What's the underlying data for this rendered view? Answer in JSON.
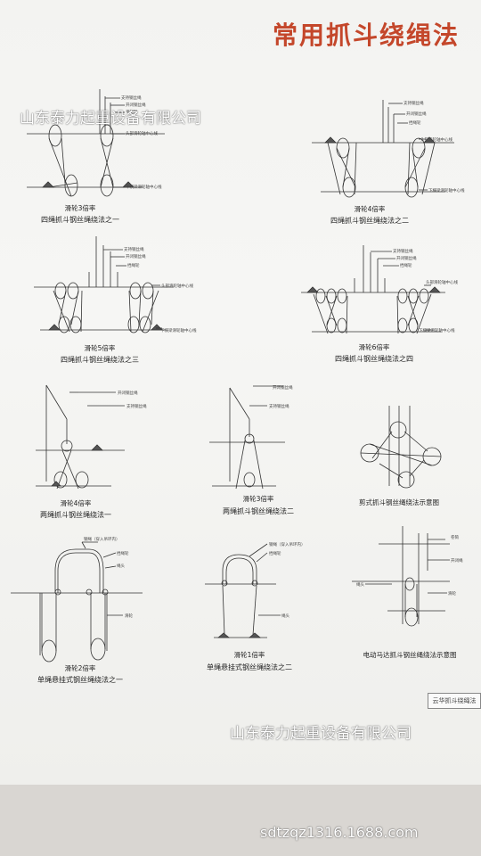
{
  "title": "常用抓斗绕绳法",
  "watermarks": {
    "top": "山东泰力起重设备有限公司",
    "middle": "山东泰力起重设备有限公司",
    "bottom": "sdtzqz1316.1688.com"
  },
  "tab_label": "云华抓斗绕绳法",
  "diagrams": [
    {
      "ratio": "滑轮3倍率",
      "name": "四绳抓斗钢丝绳绕法之一",
      "labels": [
        "支持钢丝绳",
        "开闭钢丝绳",
        "平衡轮",
        "头部滑轮轴中心线",
        "下横梁滑轮轴中心线"
      ]
    },
    {
      "ratio": "滑轮4倍率",
      "name": "四绳抓斗钢丝绳绕法之二",
      "labels": [
        "支持钢丝绳",
        "开闭钢丝绳",
        "挡绳轮",
        "头部滑轮轴中心线",
        "下横梁滑轮轴中心线"
      ]
    },
    {
      "ratio": "滑轮5倍率",
      "name": "四绳抓斗钢丝绳绕法之三",
      "labels": [
        "支持钢丝绳",
        "开闭钢丝绳",
        "挡绳轮",
        "头部滑轮轴中心线",
        "下横梁滑轮轴中心线"
      ]
    },
    {
      "ratio": "滑轮6倍率",
      "name": "四绳抓斗钢丝绳绕法之四",
      "labels": [
        "支持钢丝绳",
        "开闭钢丝绳",
        "挡绳轮",
        "头部滑轮轴中心线",
        "下横梁滑轮轴中心线"
      ]
    },
    {
      "ratio": "滑轮4倍率",
      "name": "两绳抓斗钢丝绳绕法一",
      "labels": [
        "开闭钢丝绳",
        "支持钢丝绳"
      ]
    },
    {
      "ratio": "滑轮3倍率",
      "name": "两绳抓斗钢丝绳绕法二",
      "labels": [
        "开闭钢丝绳",
        "支持钢丝绳"
      ]
    },
    {
      "ratio": "",
      "name": "剪式抓斗钢丝绳绕法示意图",
      "labels": []
    },
    {
      "ratio": "滑轮2倍率",
      "name": "单绳悬挂式钢丝绳绕法之一",
      "labels": [
        "钢绳（穿入吊环内）",
        "挡绳轮",
        "绳头",
        "滑轮"
      ]
    },
    {
      "ratio": "滑轮1倍率",
      "name": "单绳悬挂式钢丝绳绕法之二",
      "labels": [
        "钢绳（穿入吊环内）",
        "挡绳轮",
        "绳头"
      ]
    },
    {
      "ratio": "",
      "name": "电动马达抓斗钢丝绳绕法示意图",
      "labels": [
        "卷筒",
        "开闭绳",
        "绳头",
        "滑轮"
      ]
    }
  ]
}
